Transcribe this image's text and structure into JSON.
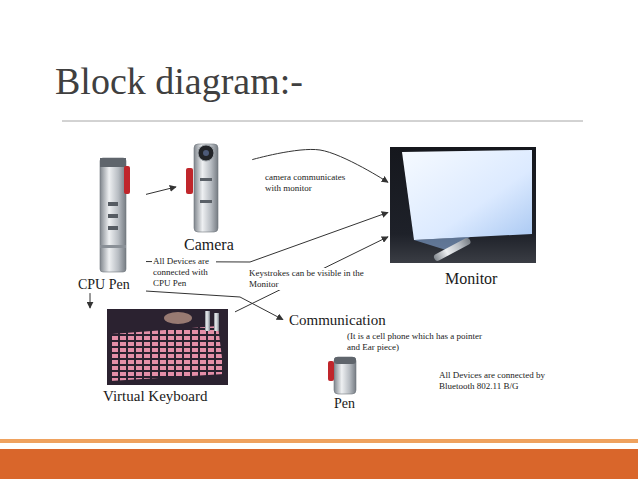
{
  "diagram": {
    "title": "Block diagram:-",
    "nodes": [
      {
        "text": [
          "CPU Pen"
        ]
      },
      {
        "text": [
          "Camera"
        ]
      },
      {
        "text": [
          "Monitor"
        ]
      },
      {
        "text": [
          "Virtual Keyboard"
        ]
      },
      {
        "text": [
          "Communication",
          "(It is a cell phone which has a pointer and Ear piece)"
        ]
      },
      {
        "text": [
          "Pen"
        ]
      }
    ],
    "edges": [
      {
        "from": 0,
        "to": 1,
        "arrow": "to"
      },
      {
        "from": 1,
        "to": 2,
        "label": "camera communicates with monitor",
        "arrow": "to"
      },
      {
        "from": 0,
        "to": 2,
        "arrow": "to"
      },
      {
        "from": 3,
        "to": 2,
        "label": "Keystrokes can be visible in the Monitor",
        "arrow": "to"
      },
      {
        "from": 0,
        "to": 4,
        "arrow": "to"
      },
      {
        "from": 0,
        "to": 3,
        "arrow": "to"
      }
    ],
    "labels": [
      "All Devices are connected with CPU Pen",
      "All Devices are connected by Bluetooth 802.11 B/G"
    ]
  }
}
